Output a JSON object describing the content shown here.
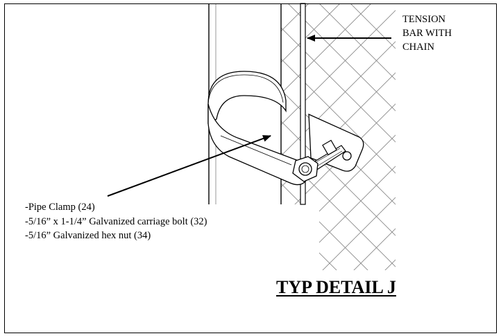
{
  "callout": {
    "lines": [
      "TENSION",
      "BAR WITH",
      "CHAIN"
    ]
  },
  "notes": [
    "-Pipe Clamp (24)",
    "-5/16” x 1-1/4” Galvanized carriage bolt (32)",
    "-5/16” Galvanized hex nut (34)"
  ],
  "detail_title": "TYP DETAIL J"
}
